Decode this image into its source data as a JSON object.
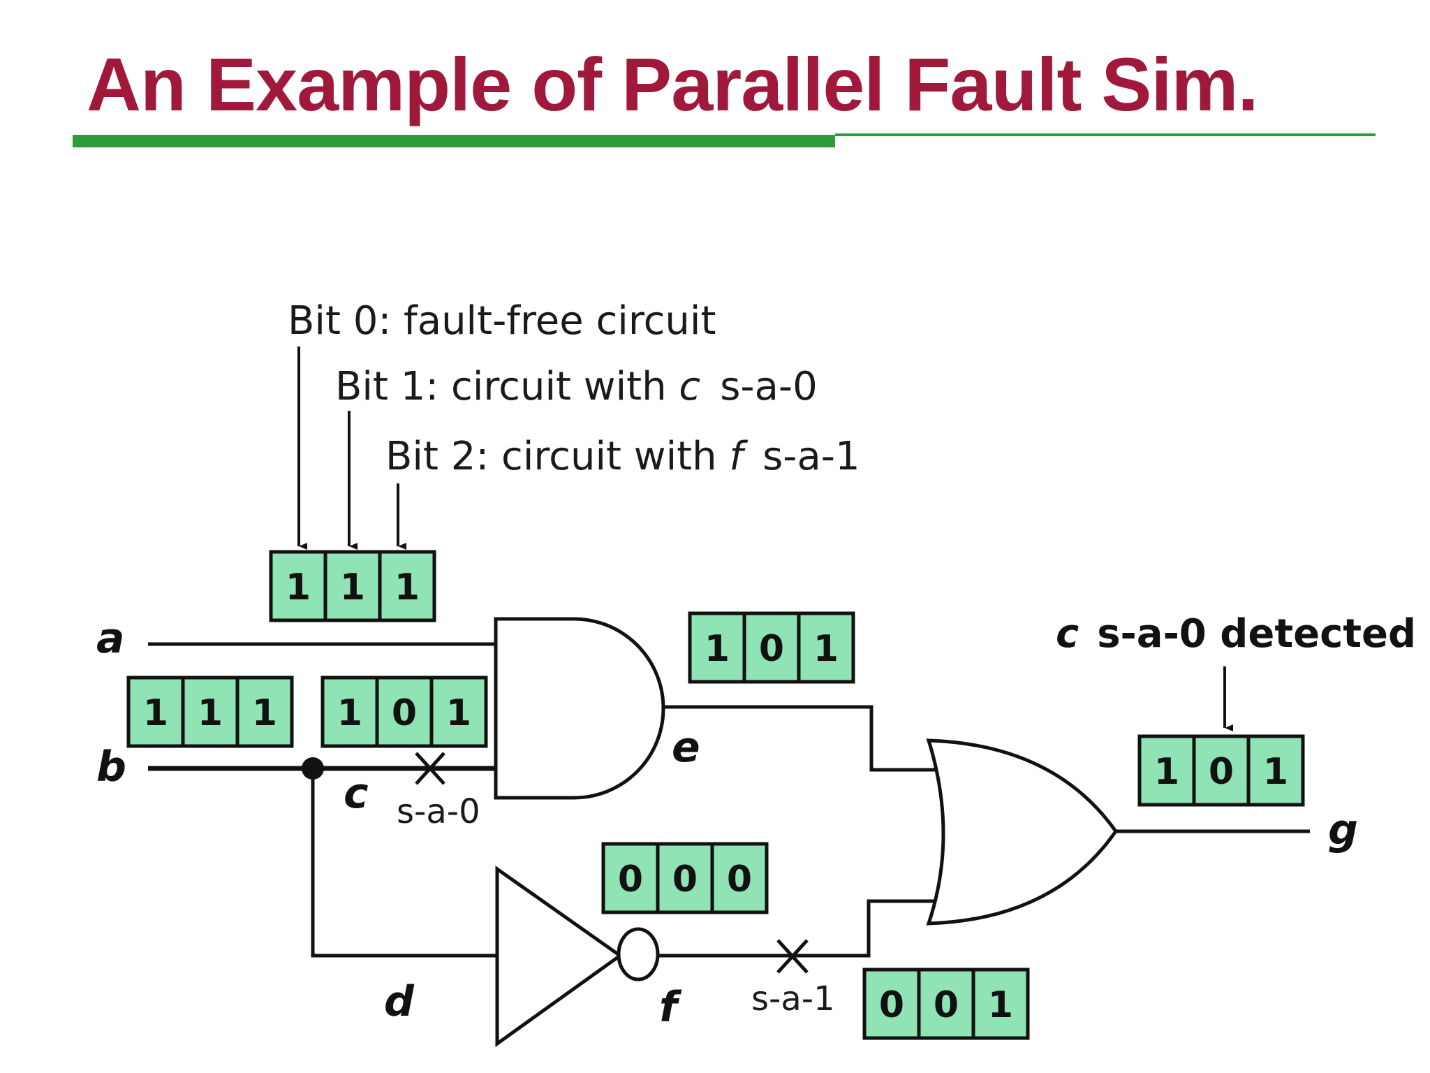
{
  "slide": {
    "title": "An Example of Parallel Fault Sim.",
    "colors": {
      "title": "#a0183a",
      "rule": "#2e9c38",
      "bit_box_fill": "#8fe3b4",
      "wire": "#111111"
    }
  },
  "annotations": {
    "bit0": "Bit 0: fault-free circuit",
    "bit1_prefix": "Bit 1: circuit with ",
    "bit1_signal": "c",
    "bit1_suffix": "s-a-0",
    "bit2_prefix": "Bit 2: circuit with ",
    "bit2_signal": "f",
    "bit2_suffix": "s-a-1",
    "detected_signal": "c",
    "detected_text": "s-a-0 detected"
  },
  "signals": {
    "a": "a",
    "b": "b",
    "c": "c",
    "d": "d",
    "e": "e",
    "f": "f",
    "g": "g"
  },
  "faults": {
    "c_fault": "s-a-0",
    "f_fault": "s-a-1"
  },
  "bit_vectors": {
    "a": [
      "1",
      "1",
      "1"
    ],
    "b": [
      "1",
      "1",
      "1"
    ],
    "c": [
      "1",
      "0",
      "1"
    ],
    "e": [
      "1",
      "0",
      "1"
    ],
    "f": [
      "0",
      "0",
      "0"
    ],
    "f_after_fault": [
      "0",
      "0",
      "1"
    ],
    "g": [
      "1",
      "0",
      "1"
    ]
  }
}
